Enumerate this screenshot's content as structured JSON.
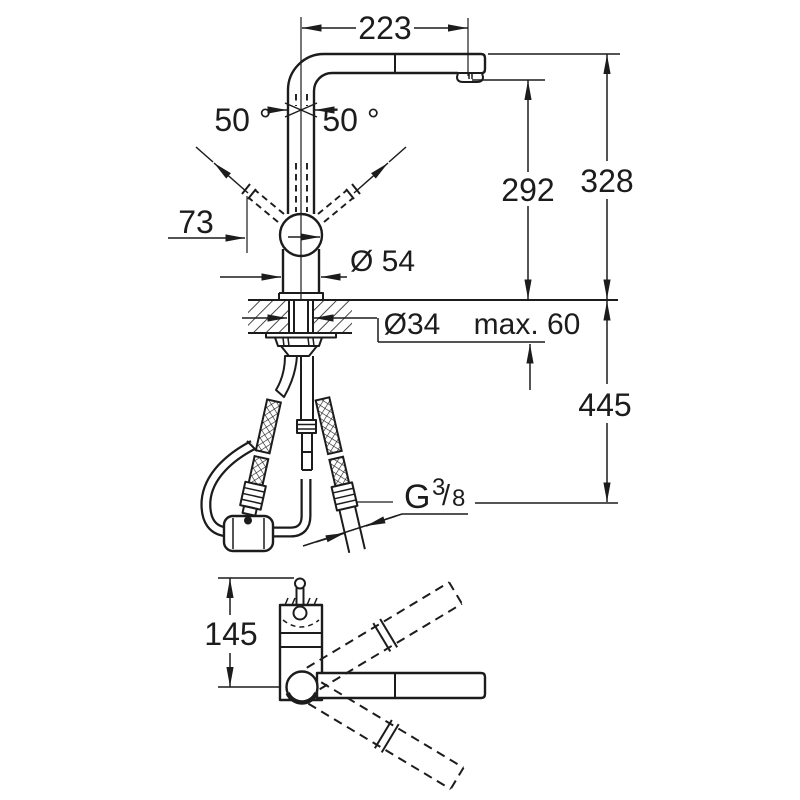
{
  "canvas": {
    "background": "#ffffff",
    "line_color": "#1c1c1c"
  },
  "side_view": {
    "dimensions": {
      "spout_projection": "223",
      "swivel_angle_left": "50 °",
      "swivel_angle_right": "50 °",
      "lever_projection": "73",
      "base_diameter": "Ø 54",
      "hole_diameter": "Ø34",
      "max_deck_thickness": "max. 60",
      "outlet_height": "292",
      "spout_top_height": "328",
      "clearance_below_deck": "445",
      "thread": {
        "prefix": "G",
        "numerator": "3",
        "slash": "/",
        "denominator": "8"
      }
    }
  },
  "plan_view": {
    "dimensions": {
      "lever_reach": "145"
    }
  }
}
